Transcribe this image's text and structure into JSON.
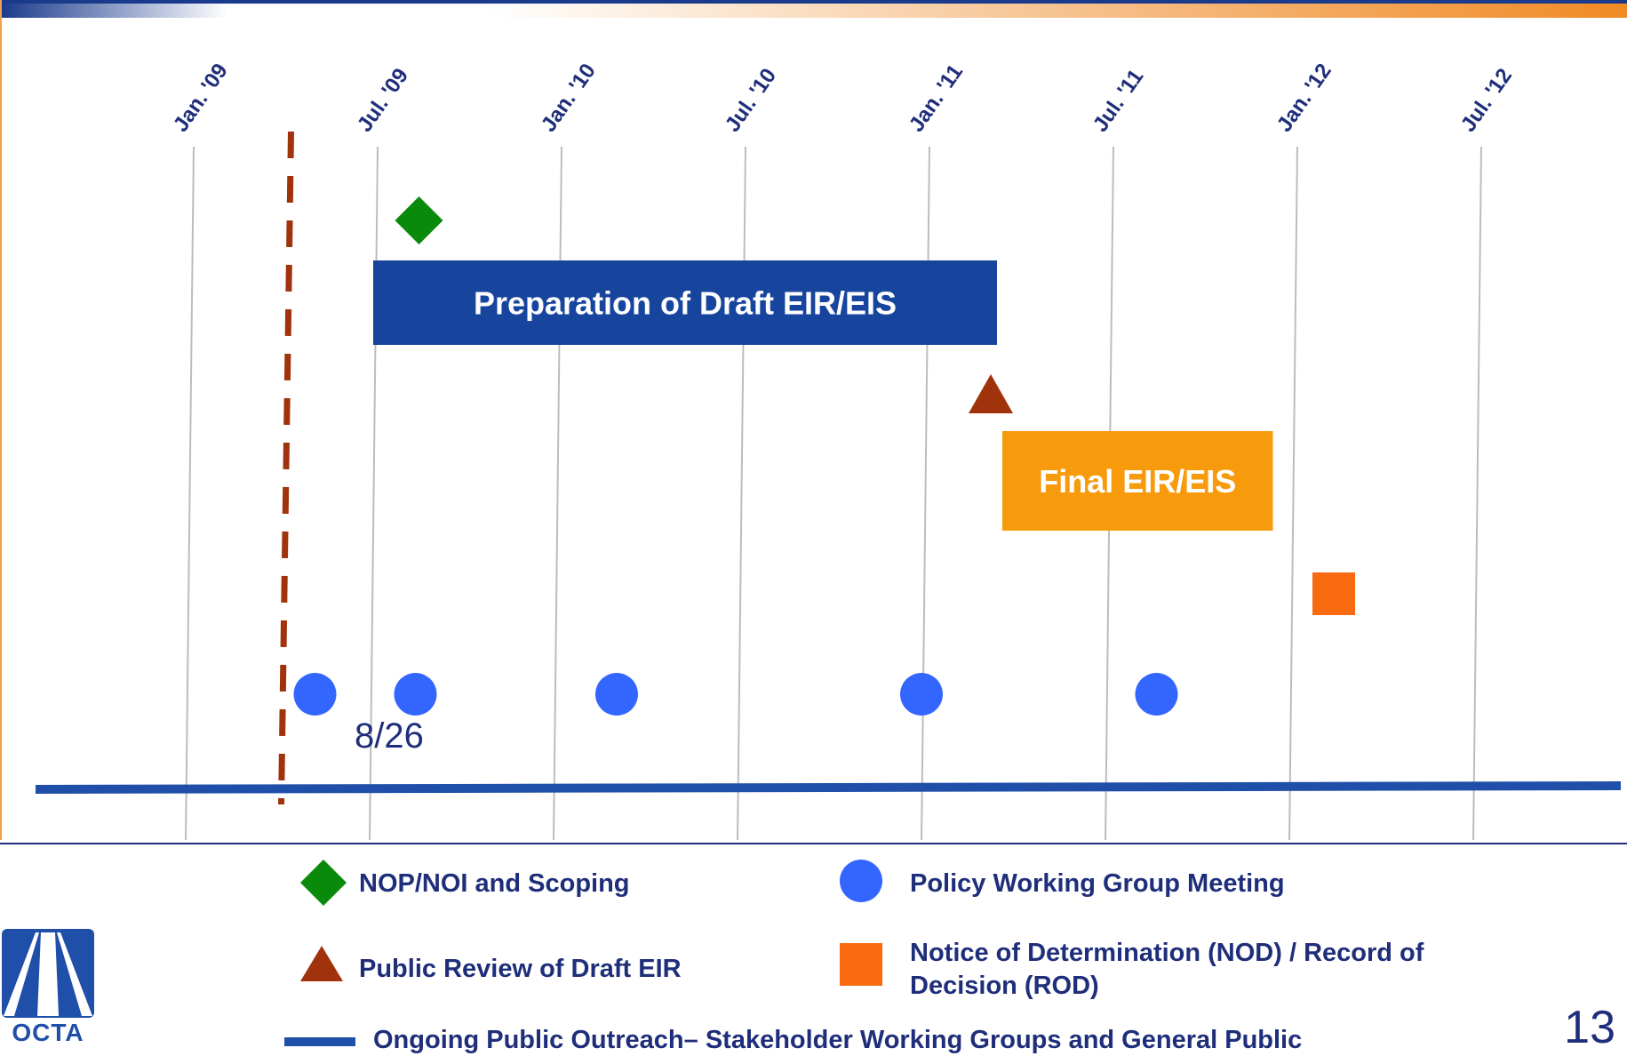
{
  "timeline": {
    "ticks": [
      "Jan. '09",
      "Jul. '09",
      "Jan. '10",
      "Jul. '10",
      "Jan. '11",
      "Jul. '11",
      "Jan. '12",
      "Jul. '12"
    ],
    "current_marker_date": "2009-04",
    "bars": [
      {
        "label": "Preparation of Draft EIR/EIS",
        "start": "2009-07",
        "end": "2011-03",
        "color": "#17459d"
      },
      {
        "label": "Final EIR/EIS",
        "start": "2011-03",
        "end": "2011-12",
        "color": "#f79a0c"
      }
    ],
    "milestones": [
      {
        "type": "diamond",
        "legend": "NOP/NOI and Scoping",
        "date": "2009-08",
        "color": "#0a8a0a"
      },
      {
        "type": "triangle",
        "legend": "Public Review of Draft EIR",
        "date": "2011-03",
        "color": "#a0320c"
      },
      {
        "type": "square",
        "legend": "Notice of Determination (NOD) / Record of Decision (ROD)",
        "date": "2012-01",
        "color": "#f76a10"
      }
    ],
    "meetings": [
      "2009-04",
      "2009-08",
      "2010-03",
      "2011-01",
      "2011-08"
    ],
    "meeting_color": "#3366ff",
    "meeting_date_label": "8/26",
    "outreach_color": "#1f4fa8"
  },
  "legend": {
    "nop": "NOP/NOI and Scoping",
    "policy": "Policy Working Group Meeting",
    "review": "Public Review of Draft EIR",
    "nod_line1": "Notice of Determination (NOD) / Record of",
    "nod_line2": "Decision (ROD)",
    "outreach": "Ongoing Public Outreach– Stakeholder Working Groups and General Public"
  },
  "logo_text": "OCTA",
  "page_number": "13"
}
